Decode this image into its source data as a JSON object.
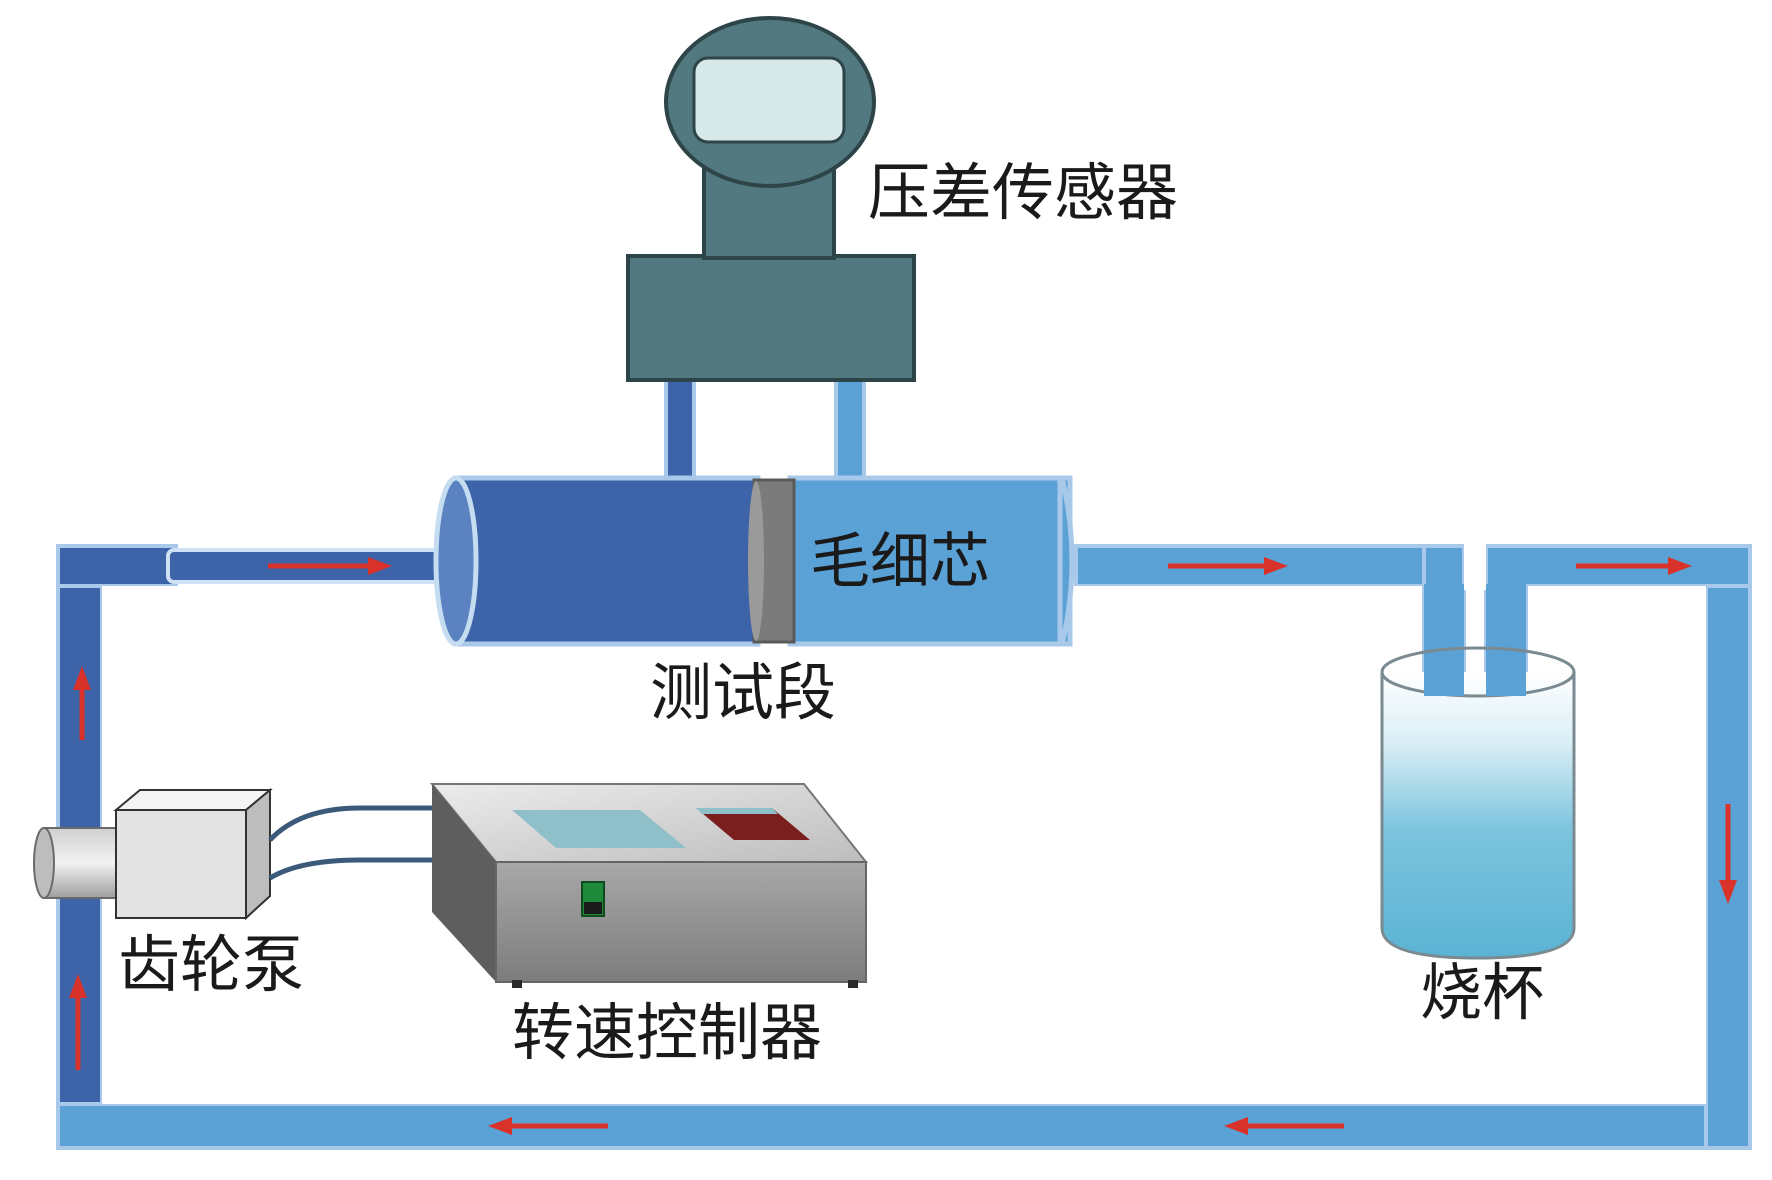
{
  "labels": {
    "sensor": "压差传感器",
    "core": "毛细芯",
    "test_section": "测试段",
    "gear_pump": "齿轮泵",
    "speed_controller": "转速控制器",
    "beaker": "烧杯"
  },
  "colors": {
    "pipe_dark": "#3d63a8",
    "pipe_light": "#5aa2d6",
    "pipe_edge": "#a9c9ea",
    "sensor_body": "#52797f",
    "sensor_screen": "#d8e9ea",
    "arrow": "#d8322a",
    "controller_body": "#9a9a9a",
    "controller_top": "#cfcfcf",
    "controller_display": "#8fbfc9",
    "controller_red_display": "#7a1e1e",
    "switch_green": "#1f8a3a",
    "pump_body": "#e3e3e3",
    "beaker_water": "#5fb6d6"
  }
}
